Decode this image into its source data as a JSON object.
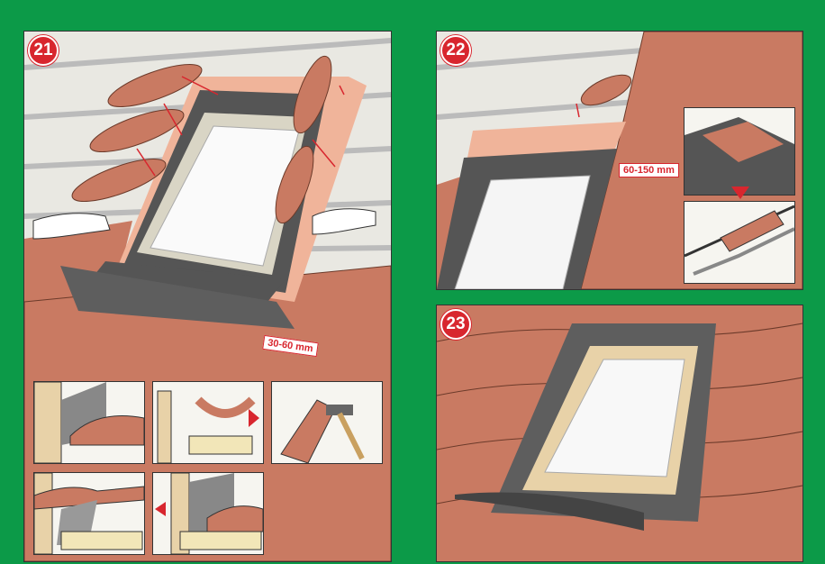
{
  "steps": {
    "step_21": {
      "number": "21",
      "measurement": "30-60 mm"
    },
    "step_22": {
      "number": "22",
      "measurement": "60-150 mm"
    },
    "step_23": {
      "number": "23"
    }
  },
  "colors": {
    "background": "#0c9a48",
    "tile": "#c97a62",
    "accent": "#d8262e",
    "flashing": "#5e5e5e",
    "underlay": "#f0b49a"
  }
}
